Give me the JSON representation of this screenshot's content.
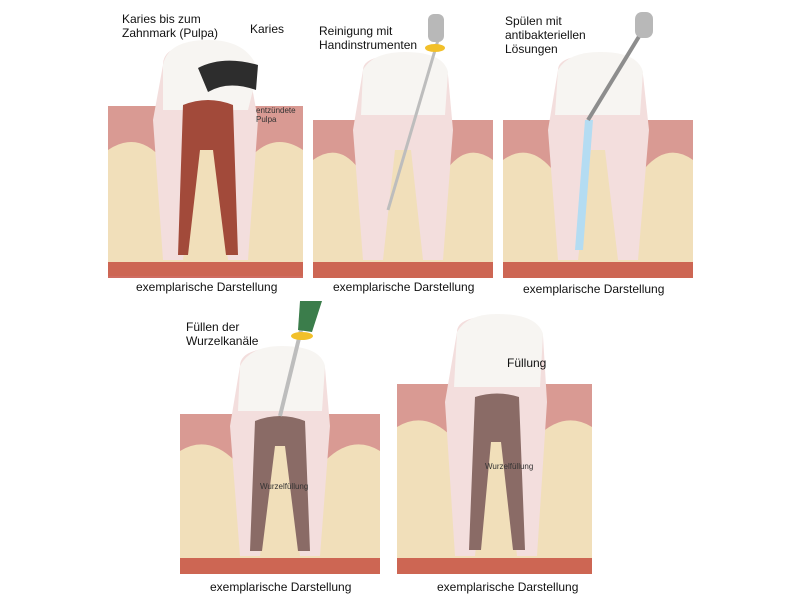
{
  "panels": [
    {
      "labels": [
        "Karies bis zum\nZahnmark (Pulpa)",
        "Karies"
      ],
      "small": "entzündete\nPulpa",
      "caption": "exemplarische Darstellung"
    },
    {
      "labels": [
        "Reinigung mit\nHandinstrumenten"
      ],
      "caption": "exemplarische Darstellung"
    },
    {
      "labels": [
        "Spülen mit\nantibakteriellen\nLösungen"
      ],
      "caption": "exemplarische Darstellung"
    },
    {
      "labels": [
        "Füllen der\nWurzelkanäle"
      ],
      "small": "Wurzelfüllung",
      "caption": "exemplarische Darstellung"
    },
    {
      "labels": [
        "Füllung"
      ],
      "small": "Wurzelfüllung",
      "caption": "exemplarische Darstellung"
    }
  ],
  "colors": {
    "gum": "#d99a93",
    "bone": "#f1dfba",
    "enamel": "#f7f5f2",
    "dentin": "#f3dedd",
    "canal_yellow": "#f2ea9a",
    "pulp_inflamed": "#a24a3a",
    "caries": "#2d2d2d",
    "rinse": "#b4dcf2",
    "filling": "#8a6b66",
    "instrument": "#bdbdbd",
    "handle_green": "#3b7d4b"
  }
}
